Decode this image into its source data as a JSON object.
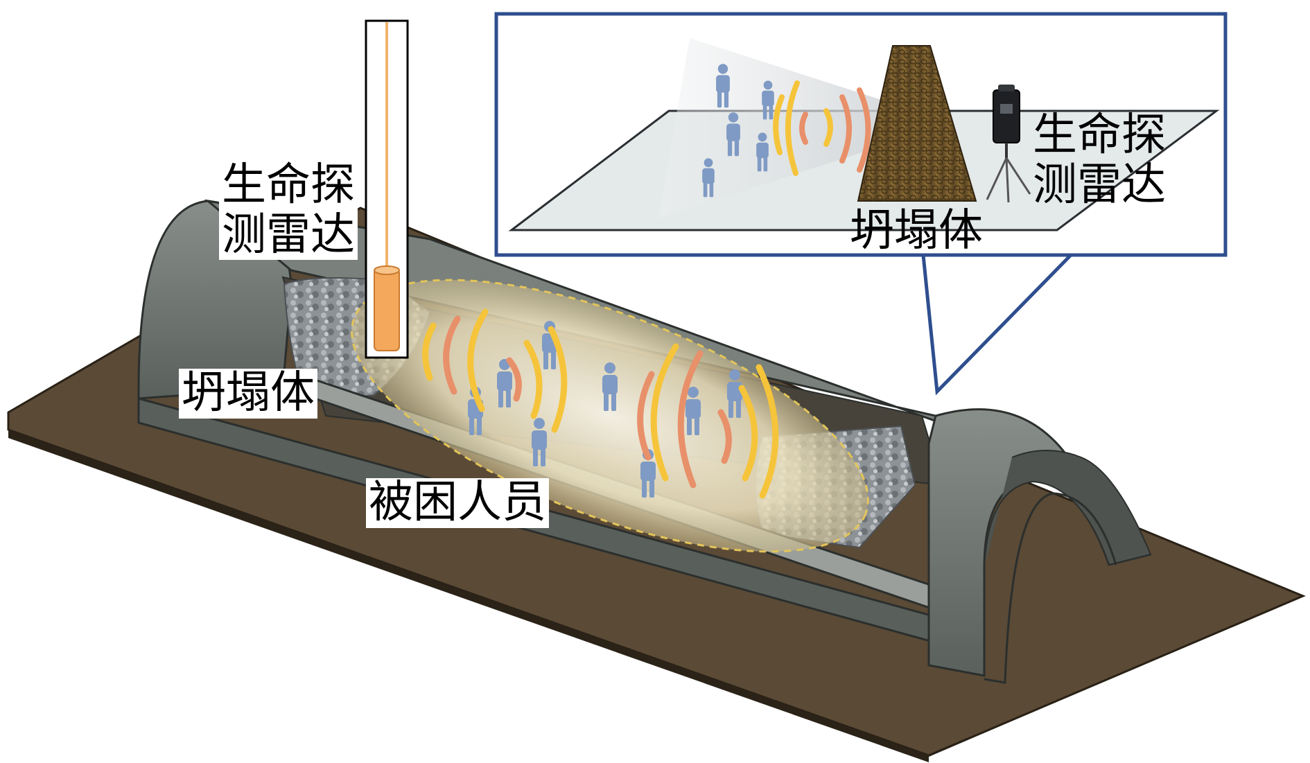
{
  "labels": {
    "radar_left": [
      "生命探",
      "测雷达"
    ],
    "collapse_left": "坍塌体",
    "trapped": "被困人员",
    "radar_inset": [
      "生命探",
      "测雷达"
    ],
    "collapse_inset": "坍塌体"
  },
  "colors": {
    "ground": "#5a4a36",
    "tunnel_shell": "#6e7570",
    "inset_frame": "#2e4e8e",
    "signal_yellow": "#f5c43a",
    "signal_orange": "#e8906a",
    "person": "#7f9ac4",
    "radar_probe": "#f3b36a",
    "zone_fill": "#efe6c6"
  }
}
